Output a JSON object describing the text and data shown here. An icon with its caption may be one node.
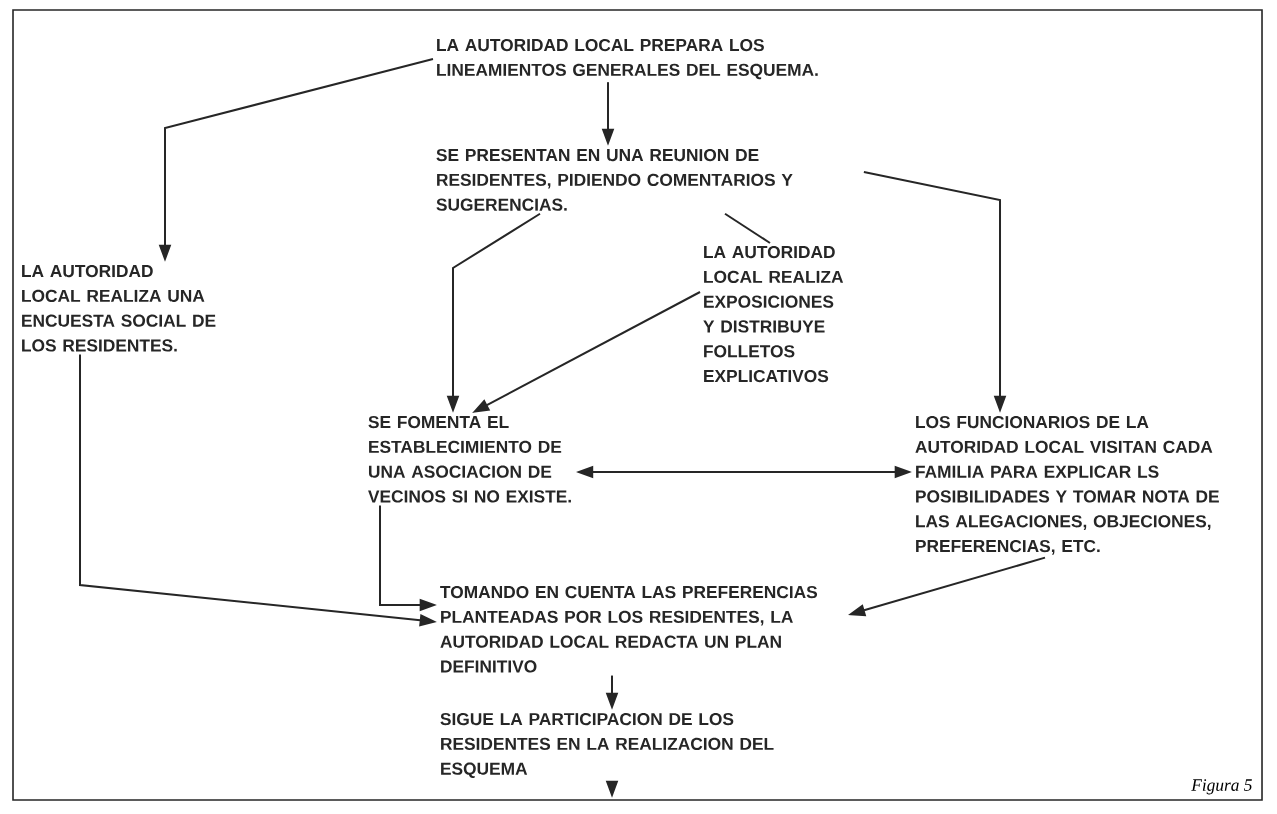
{
  "diagram": {
    "nodes": [
      {
        "text": [
          "LA AUTORIDAD LOCAL PREPARA LOS LINEAMIENTOS GENERALES DEL ESQUEMA."
        ]
      },
      {
        "text": [
          "SE PRESENTAN EN UNA REUNION DE RESIDENTES, PIDIENDO COMENTARIOS Y SUGERENCIAS."
        ]
      },
      {
        "text": [
          "LA AUTORIDAD LOCAL REALIZA UNA ENCUESTA SOCIAL DE LOS RESIDENTES."
        ]
      },
      {
        "text": [
          "LA AUTORIDAD LOCAL REALIZA EXPOSICIONES Y DISTRIBUYE FOLLETOS EXPLICATIVOS"
        ]
      },
      {
        "text": [
          "SE FOMENTA EL ESTABLECIMIENTO DE UNA ASOCIACION DE VECINOS SI NO EXISTE."
        ]
      },
      {
        "text": [
          "LOS FUNCIONARIOS DE LA AUTORIDAD LOCAL VISITAN CADA FAMILIA PARA EXPLICAR LS POSIBILIDADES Y TOMAR NOTA DE LAS ALEGACIONES, OBJECIONES, PREFERENCIAS, ETC."
        ]
      },
      {
        "text": [
          "TOMANDO EN CUENTA LAS PREFERENCIAS PLANTEADAS POR LOS RESIDENTES, LA AUTORIDAD LOCAL REDACTA UN PLAN DEFINITIVO"
        ]
      },
      {
        "text": [
          "SIGUE LA PARTICIPACION DE LOS RESIDENTES EN LA REALIZACION DEL ESQUEMA"
        ]
      }
    ],
    "edges": [
      {
        "from": 0,
        "to": 2,
        "arrow": "to"
      },
      {
        "from": 0,
        "to": 1,
        "arrow": "to"
      },
      {
        "from": 1,
        "to": 4,
        "arrow": "to"
      },
      {
        "from": 1,
        "to": 3,
        "arrow": "none"
      },
      {
        "from": 3,
        "to": 4,
        "arrow": "to"
      },
      {
        "from": 1,
        "to": 5,
        "arrow": "to"
      },
      {
        "from": 4,
        "to": 5,
        "arrow": "both"
      },
      {
        "from": 4,
        "to": 6,
        "arrow": "to"
      },
      {
        "from": 2,
        "to": 6,
        "arrow": "to"
      },
      {
        "from": 5,
        "to": 6,
        "arrow": "to"
      },
      {
        "from": 6,
        "to": 7,
        "arrow": "to"
      },
      {
        "from": 7,
        "to": null,
        "arrow": "to"
      }
    ],
    "labels": [
      "Figura 5"
    ]
  }
}
